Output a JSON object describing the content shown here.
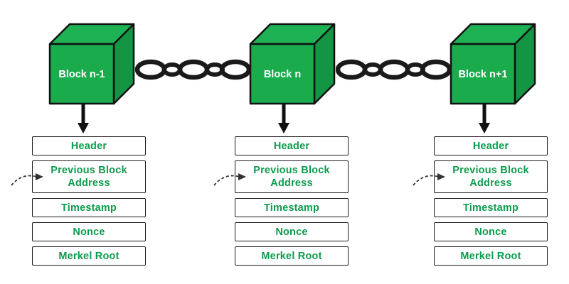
{
  "blocks": [
    {
      "label": "Block n-1",
      "fields": [
        "Header",
        "Previous Block Address",
        "Timestamp",
        "Nonce",
        "Merkel Root"
      ]
    },
    {
      "label": "Block n",
      "fields": [
        "Header",
        "Previous Block Address",
        "Timestamp",
        "Nonce",
        "Merkel Root"
      ]
    },
    {
      "label": "Block n+1",
      "fields": [
        "Header",
        "Previous Block Address",
        "Timestamp",
        "Nonce",
        "Merkel Root"
      ]
    }
  ],
  "colors": {
    "cube_front": "#1AAB4D",
    "cube_top": "#1FB254",
    "cube_side": "#149544",
    "field_text": "#0D9B4D",
    "line_black": "#111111"
  }
}
